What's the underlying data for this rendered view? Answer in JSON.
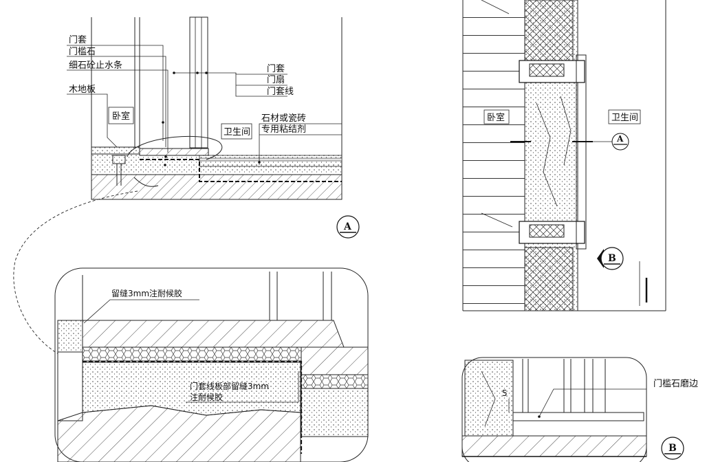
{
  "detail_top_left": {
    "labels_left": [
      "门套",
      "门槛石",
      "细石砼止水条",
      "木地板"
    ],
    "room_left": "卧室",
    "labels_right": [
      "门套",
      "门扇",
      "门套线"
    ],
    "room_right": "卫生间",
    "finish_note_1": "石材或瓷砖",
    "finish_note_2": "专用粘结剂",
    "section_mark": "A"
  },
  "detail_enlarged": {
    "note_gap": "留缝3mm注耐候胶",
    "note_frame_1": "门套线板部留缝3mm",
    "note_frame_2": "注耐候胶"
  },
  "plan_right": {
    "room_left": "卧室",
    "room_right": "卫生间",
    "cut_mark": "A",
    "section_mark": "B"
  },
  "detail_bottom_right": {
    "dimension": "5",
    "note_edge": "门槛石磨边",
    "section_mark": "B"
  }
}
